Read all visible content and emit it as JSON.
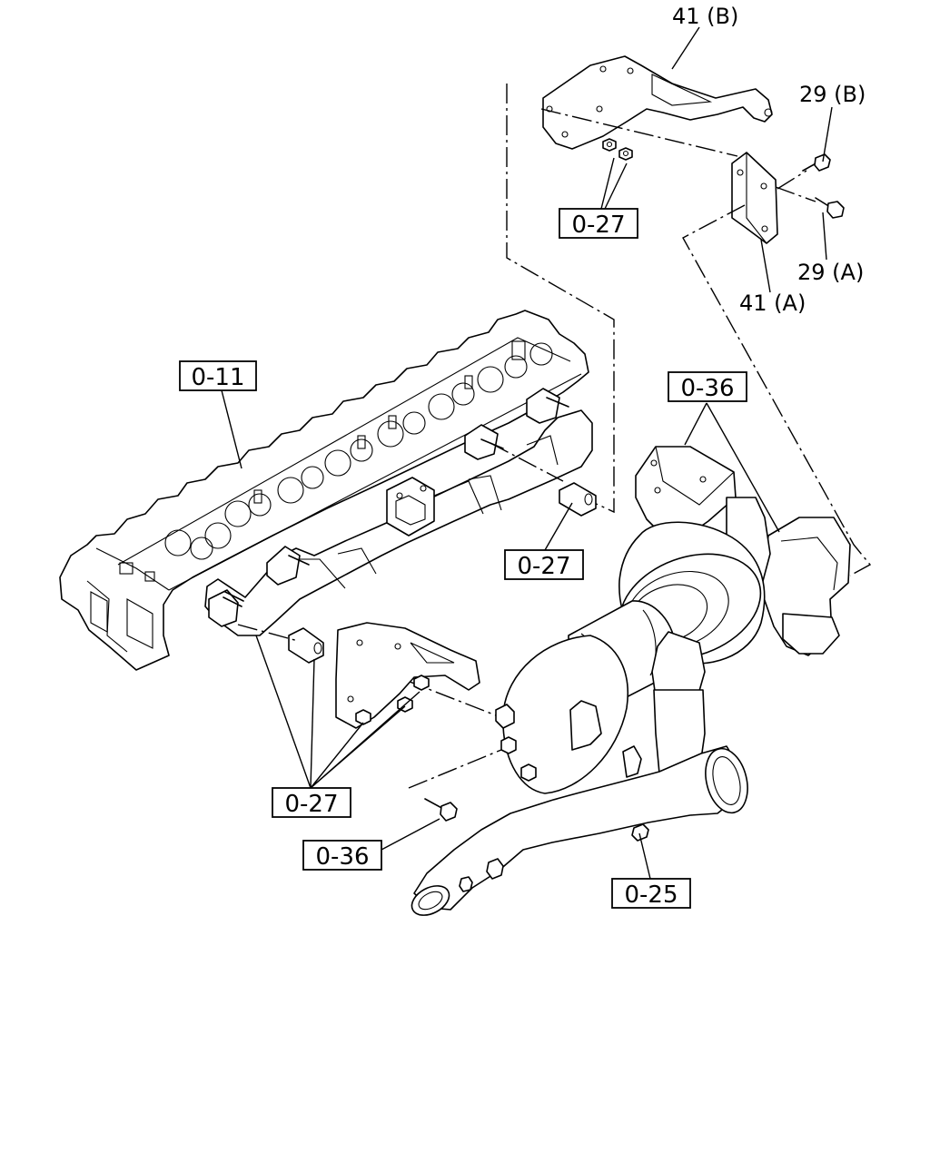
{
  "labels": {
    "bracket_b": "41 (B)",
    "bracket_a": "41 (A)",
    "bolt_b": "29 (B)",
    "bolt_a": "29 (A)"
  },
  "boxed_refs": {
    "ref_top_0_27": "0-27",
    "ref_0_11": "0-11",
    "ref_top_0_36": "0-36",
    "ref_mid_0_27": "0-27",
    "ref_bottom_0_27": "0-27",
    "ref_bottom_0_36": "0-36",
    "ref_0_25": "0-25"
  }
}
